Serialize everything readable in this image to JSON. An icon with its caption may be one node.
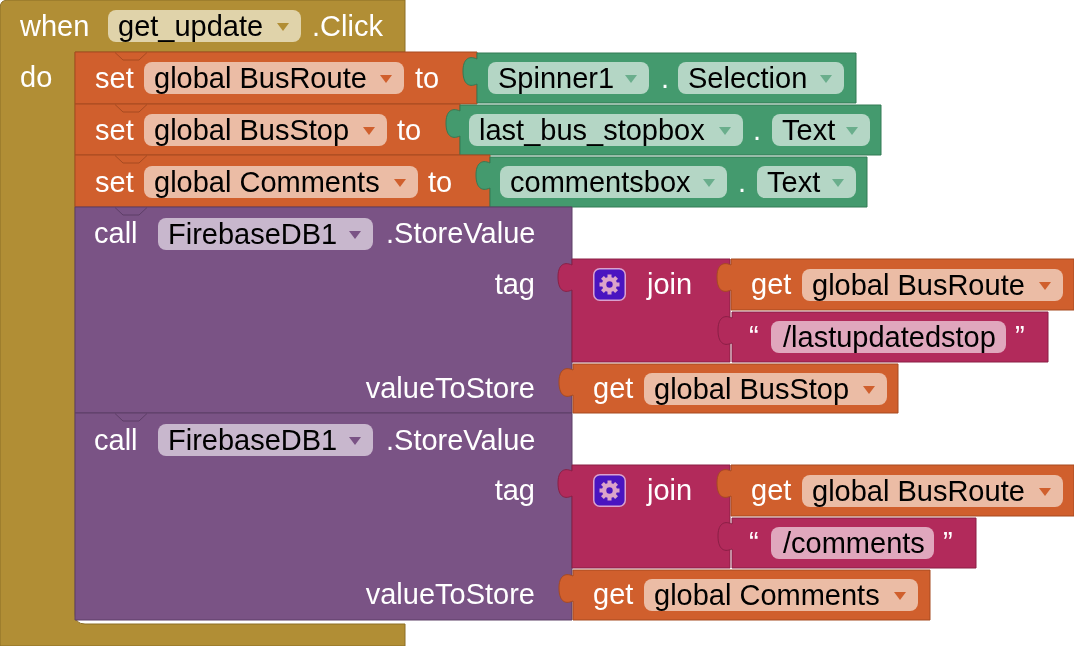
{
  "diagram": {
    "nodes": [
      {
        "text": [
          "when",
          ".Click",
          "do"
        ]
      },
      {
        "text": [
          "get_update"
        ],
        "in": 0
      },
      {
        "text": [
          "set",
          "to"
        ]
      },
      {
        "text": [
          "global BusRoute"
        ],
        "in": 2
      },
      {
        "text": [
          "."
        ]
      },
      {
        "text": [
          "Spinner1"
        ],
        "in": 4
      },
      {
        "text": [
          "Selection"
        ],
        "in": 4
      },
      {
        "text": [
          "set",
          "to"
        ]
      },
      {
        "text": [
          "global BusStop"
        ],
        "in": 7
      },
      {
        "text": [
          "."
        ]
      },
      {
        "text": [
          "last_bus_stopbox"
        ],
        "in": 9
      },
      {
        "text": [
          "Text"
        ],
        "in": 9
      },
      {
        "text": [
          "set",
          "to"
        ]
      },
      {
        "text": [
          "global Comments"
        ],
        "in": 12
      },
      {
        "text": [
          "."
        ]
      },
      {
        "text": [
          "commentsbox"
        ],
        "in": 14
      },
      {
        "text": [
          "Text"
        ],
        "in": 14
      },
      {
        "text": [
          "call",
          ".StoreValue",
          "tag",
          "valueToStore"
        ]
      },
      {
        "text": [
          "FirebaseDB1"
        ],
        "in": 17
      },
      {
        "text": [
          "join"
        ]
      },
      {
        "text": [
          "get"
        ]
      },
      {
        "text": [
          "global BusRoute"
        ],
        "in": 20
      },
      {
        "text": [
          "“",
          "”"
        ]
      },
      {
        "text": [
          "/lastupdatedstop"
        ],
        "in": 22
      },
      {
        "text": [
          "get"
        ]
      },
      {
        "text": [
          "global BusStop"
        ],
        "in": 24
      },
      {
        "text": [
          "call",
          ".StoreValue",
          "tag",
          "valueToStore"
        ]
      },
      {
        "text": [
          "FirebaseDB1"
        ],
        "in": 26
      },
      {
        "text": [
          "join"
        ]
      },
      {
        "text": [
          "get"
        ]
      },
      {
        "text": [
          "global BusRoute"
        ],
        "in": 29
      },
      {
        "text": [
          "“",
          "”"
        ]
      },
      {
        "text": [
          "/comments"
        ],
        "in": 31
      },
      {
        "text": [
          "get"
        ]
      },
      {
        "text": [
          "global Comments"
        ],
        "in": 33
      }
    ]
  }
}
